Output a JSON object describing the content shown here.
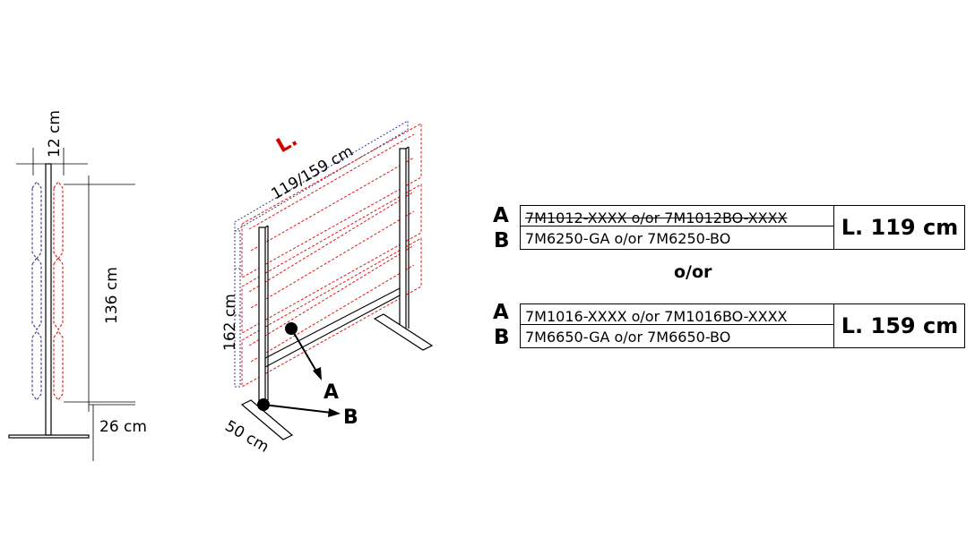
{
  "side_view": {
    "width_label": "12 cm",
    "height_label": "136 cm",
    "base_label": "26 cm"
  },
  "iso_view": {
    "length_marker": "L.",
    "length_label": "119/159 cm",
    "height_label": "162 cm",
    "depth_label": "50 cm",
    "callout_a": "A",
    "callout_b": "B"
  },
  "options": [
    {
      "letter_a": "A",
      "letter_b": "B",
      "code_a": "7M1012-XXXX o/or 7M1012BO-XXXX",
      "code_b": "7M6250-GA o/or 7M6250-BO",
      "length": "L. 119 cm"
    },
    {
      "letter_a": "A",
      "letter_b": "B",
      "code_a": "7M1016-XXXX o/or 7M1016BO-XXXX",
      "code_b": "7M6650-GA o/or 7M6650-BO",
      "length": "L. 159 cm"
    }
  ],
  "separator": "o/or",
  "colors": {
    "red_panel": "#e01818",
    "blue_panel": "#3a3a8c",
    "line": "#000000"
  }
}
